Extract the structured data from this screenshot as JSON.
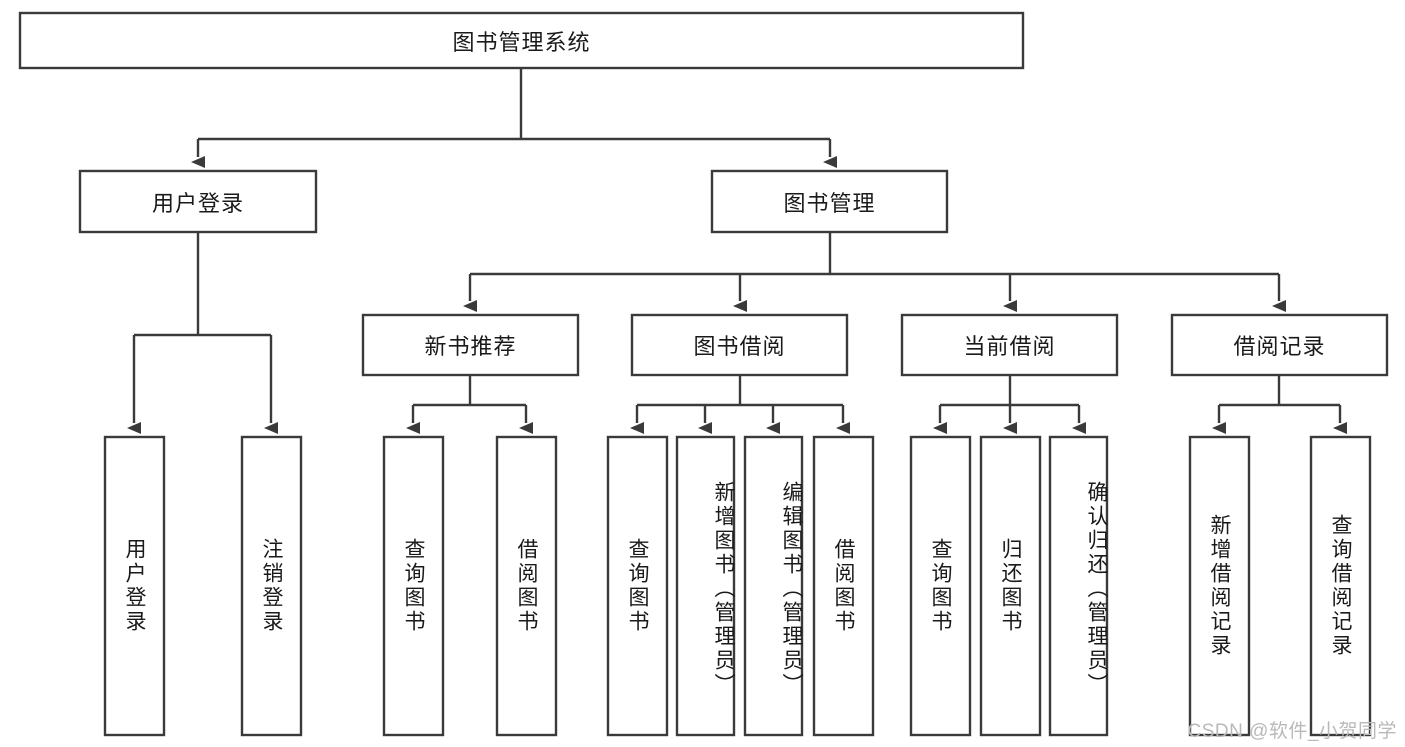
{
  "diagram": {
    "type": "tree-hierarchy",
    "title": "图书管理系统",
    "orientation": "top-down",
    "colors": {
      "box_fill": "#ffffff",
      "box_stroke": "#3a3a3a",
      "text": "#1a1a1a",
      "background": "#ffffff",
      "watermark": "#b9b9b9"
    },
    "levels": [
      {
        "level": 1,
        "nodes": [
          {
            "id": "root",
            "label": "图书管理系统",
            "orientation": "horizontal"
          }
        ]
      },
      {
        "level": 2,
        "nodes": [
          {
            "id": "user-login",
            "label": "用户登录",
            "orientation": "horizontal",
            "parent": "root"
          },
          {
            "id": "book-manage",
            "label": "图书管理",
            "orientation": "horizontal",
            "parent": "root"
          }
        ]
      },
      {
        "level": 3,
        "nodes": [
          {
            "id": "new-book-recommend",
            "label": "新书推荐",
            "orientation": "horizontal",
            "parent": "book-manage"
          },
          {
            "id": "book-borrow",
            "label": "图书借阅",
            "orientation": "horizontal",
            "parent": "book-manage"
          },
          {
            "id": "current-borrow",
            "label": "当前借阅",
            "orientation": "horizontal",
            "parent": "book-manage"
          },
          {
            "id": "borrow-record",
            "label": "借阅记录",
            "orientation": "horizontal",
            "parent": "book-manage"
          }
        ]
      },
      {
        "level": 4,
        "nodes": [
          {
            "id": "leaf-user-login",
            "label": "用户登录",
            "orientation": "vertical",
            "parent": "user-login"
          },
          {
            "id": "leaf-logout",
            "label": "注销登录",
            "orientation": "vertical",
            "parent": "user-login"
          },
          {
            "id": "leaf-query-book-1",
            "label": "查询图书",
            "orientation": "vertical",
            "parent": "new-book-recommend"
          },
          {
            "id": "leaf-borrow-book-1",
            "label": "借阅图书",
            "orientation": "vertical",
            "parent": "new-book-recommend"
          },
          {
            "id": "leaf-query-book-2",
            "label": "查询图书",
            "orientation": "vertical",
            "parent": "book-borrow"
          },
          {
            "id": "leaf-add-book",
            "label": "新增图书（管理员）",
            "orientation": "vertical",
            "parent": "book-borrow"
          },
          {
            "id": "leaf-edit-book",
            "label": "编辑图书（管理员）",
            "orientation": "vertical",
            "parent": "book-borrow"
          },
          {
            "id": "leaf-borrow-book-2",
            "label": "借阅图书",
            "orientation": "vertical",
            "parent": "book-borrow"
          },
          {
            "id": "leaf-query-book-3",
            "label": "查询图书",
            "orientation": "vertical",
            "parent": "current-borrow"
          },
          {
            "id": "leaf-return-book",
            "label": "归还图书",
            "orientation": "vertical",
            "parent": "current-borrow"
          },
          {
            "id": "leaf-confirm-return",
            "label": "确认归还（管理员）",
            "orientation": "vertical",
            "parent": "current-borrow"
          },
          {
            "id": "leaf-add-record",
            "label": "新增借阅记录",
            "orientation": "vertical",
            "parent": "borrow-record"
          },
          {
            "id": "leaf-query-record",
            "label": "查询借阅记录",
            "orientation": "vertical",
            "parent": "borrow-record"
          }
        ]
      }
    ]
  },
  "watermark": {
    "text": "CSDN @软件_小贺同学"
  }
}
